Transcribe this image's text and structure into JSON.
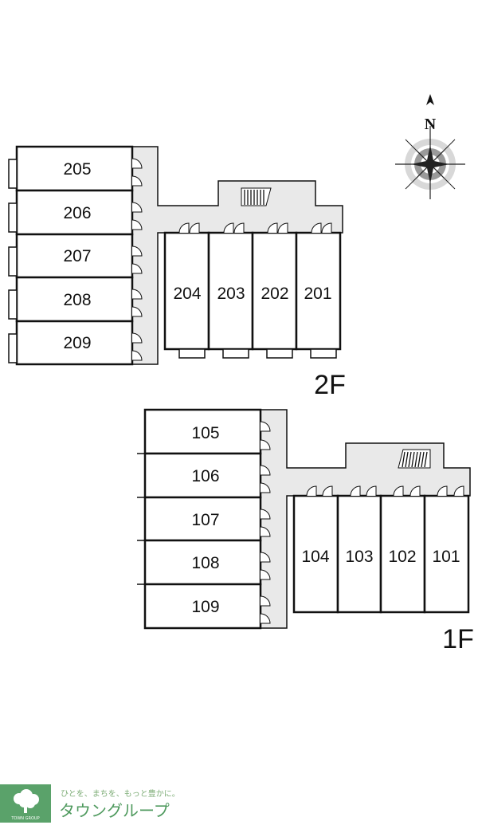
{
  "compass": {
    "north_label": "N"
  },
  "floors": [
    {
      "label": "2F",
      "units": [
        "205",
        "206",
        "207",
        "208",
        "209",
        "204",
        "203",
        "202",
        "201"
      ]
    },
    {
      "label": "1F",
      "units": [
        "105",
        "106",
        "107",
        "108",
        "109",
        "104",
        "103",
        "102",
        "101"
      ]
    }
  ],
  "logo": {
    "tagline": "ひとを、まちを、もっと豊かに。",
    "name": "タウングループ",
    "small": "TOWN GROUP"
  },
  "colors": {
    "corridor": "#e9e9e9",
    "wall": "#111111",
    "logo_green": "#4f9a5e"
  }
}
